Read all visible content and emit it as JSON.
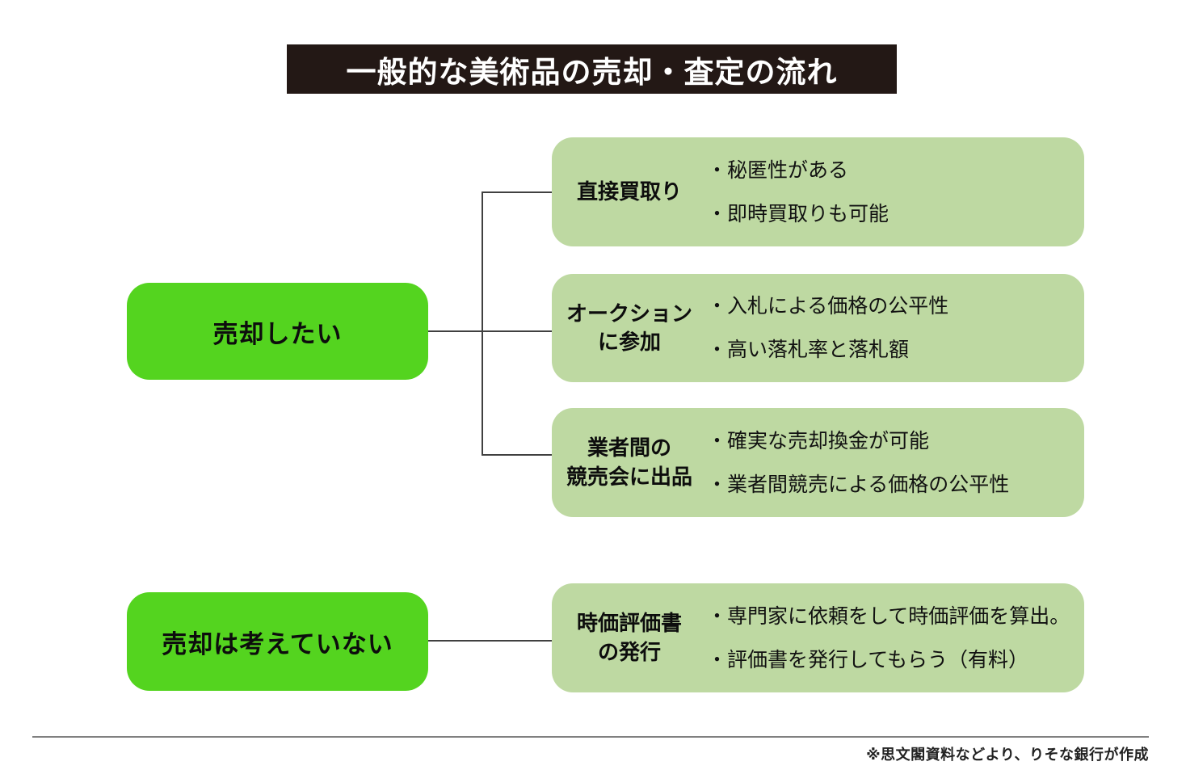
{
  "title": "一般的な美術品の売却・査定の流れ",
  "colors": {
    "barBg": "#231815",
    "nodeGreen": "#54d41f",
    "optionGreen": "#bed9a2",
    "lineColor": "#404040",
    "footerRule": "#808080"
  },
  "decisions": [
    {
      "label": "売却したい"
    },
    {
      "label": "売却は考えていない"
    }
  ],
  "options": [
    {
      "label": "直接買取り",
      "bullets": [
        "・秘匿性がある",
        "・即時買取りも可能"
      ]
    },
    {
      "label": "オークション\nに参加",
      "bullets": [
        "・入札による価格の公平性",
        "・高い落札率と落札額"
      ]
    },
    {
      "label": "業者間の\n競売会に出品",
      "bullets": [
        "・確実な売却換金が可能",
        "・業者間競売による価格の公平性"
      ]
    },
    {
      "label": "時価評価書\nの発行",
      "bullets": [
        "・専門家に依頼をして時価評価を算出。",
        "・評価書を発行してもらう（有料）"
      ]
    }
  ],
  "footer": {
    "source": "※思文閣資料などより、りそな銀行が作成"
  }
}
